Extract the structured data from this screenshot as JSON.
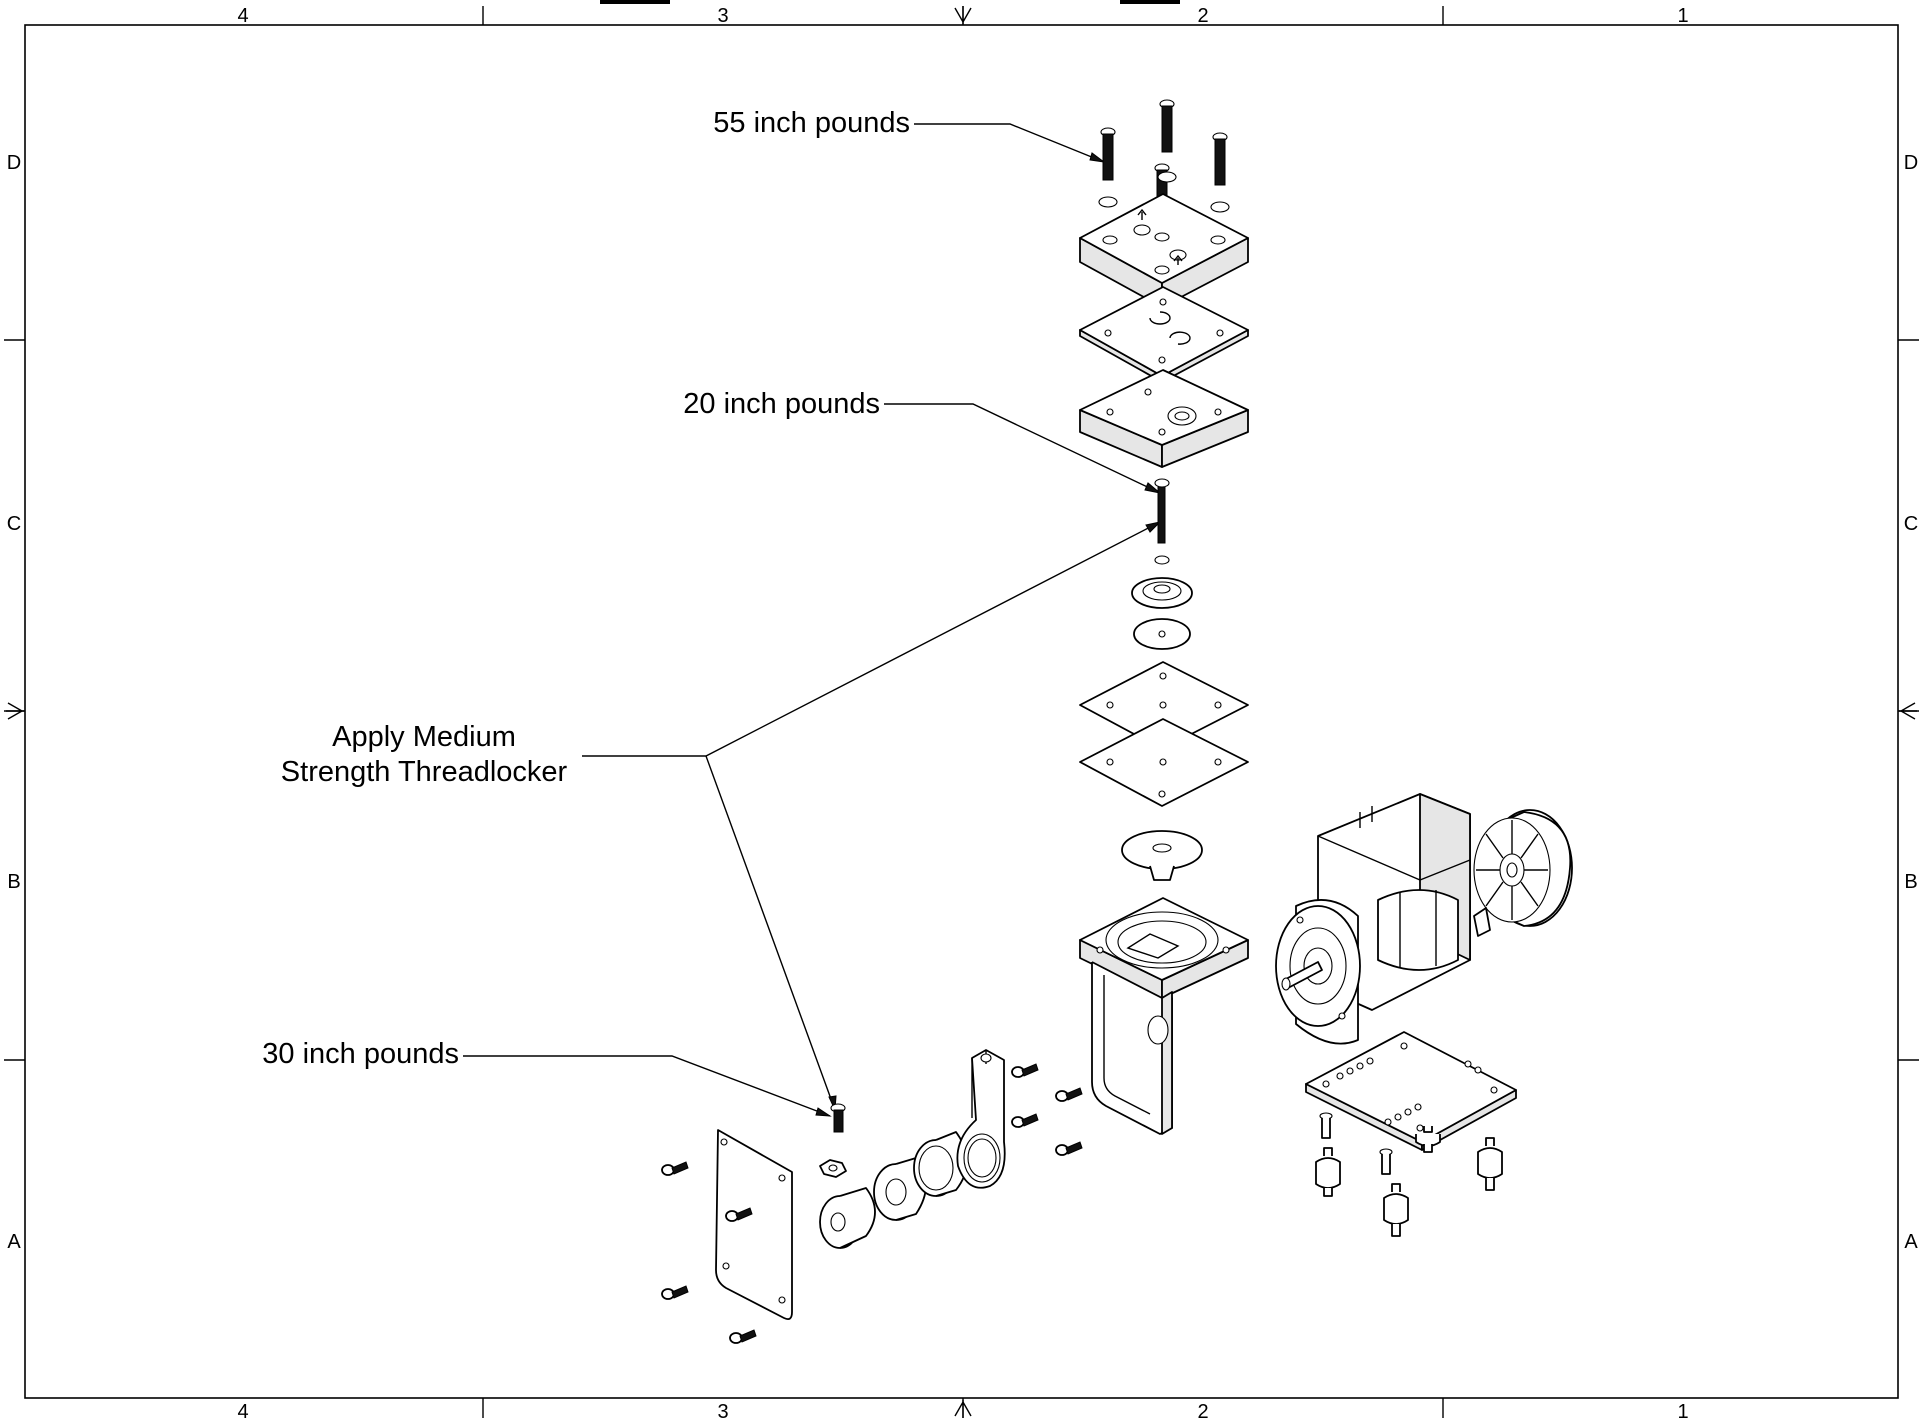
{
  "border": {
    "column_labels": [
      "4",
      "3",
      "2",
      "1"
    ],
    "row_labels": [
      "D",
      "C",
      "B",
      "A"
    ]
  },
  "callouts": {
    "torque_top": "55 inch pounds",
    "torque_middle": "20 inch pounds",
    "threadlocker_line1": "Apply Medium",
    "threadlocker_line2": "Strength Threadlocker",
    "torque_bottom": "30 inch pounds"
  }
}
